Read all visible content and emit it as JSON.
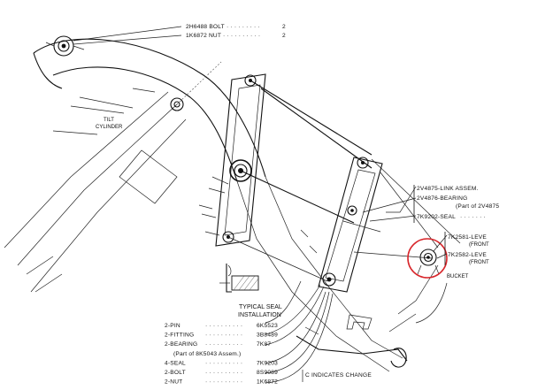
{
  "callouts": {
    "top_bolt": "2H6488 BOLT",
    "top_bolt_qty": "2",
    "top_nut": "1K6872 NUT",
    "top_nut_qty": "2",
    "tilt_cylinder_line1": "TILT",
    "tilt_cylinder_line2": "CYLINDER",
    "link_assem": "2V4875-LINK ASSEM.",
    "bearing": "2V4876-BEARING",
    "bearing_note": "(Part of 2V4875",
    "seal_right": "7K9202-SEAL",
    "lever_front_1": "7K2581-LEVE",
    "lever_front_1_sub": "(FRONT",
    "lever_front_2": "7K2582-LEVE",
    "lever_front_2_sub": "(FRONT",
    "bucket": "BUCKET",
    "typical_seal_1": "TYPICAL SEAL",
    "typical_seal_2": "INSTALLATION",
    "change_note": "C INDICATES CHANGE"
  },
  "parts_list": [
    {
      "qty_name": "2-PIN",
      "part": "6K5523"
    },
    {
      "qty_name": "2-FITTING",
      "part": "3B8489"
    },
    {
      "qty_name": "2-BEARING",
      "part": "7K87"
    },
    {
      "qty_name": "(Part of 8K5043 Assem.)",
      "part": ""
    },
    {
      "qty_name": "4-SEAL",
      "part": "7K9203"
    },
    {
      "qty_name": "2-BOLT",
      "part": "8S9089"
    },
    {
      "qty_name": "2-NUT",
      "part": "1K6872"
    }
  ],
  "colors": {
    "ink": "#111111",
    "highlight_circle": "#d8262b",
    "paper": "#ffffff"
  }
}
